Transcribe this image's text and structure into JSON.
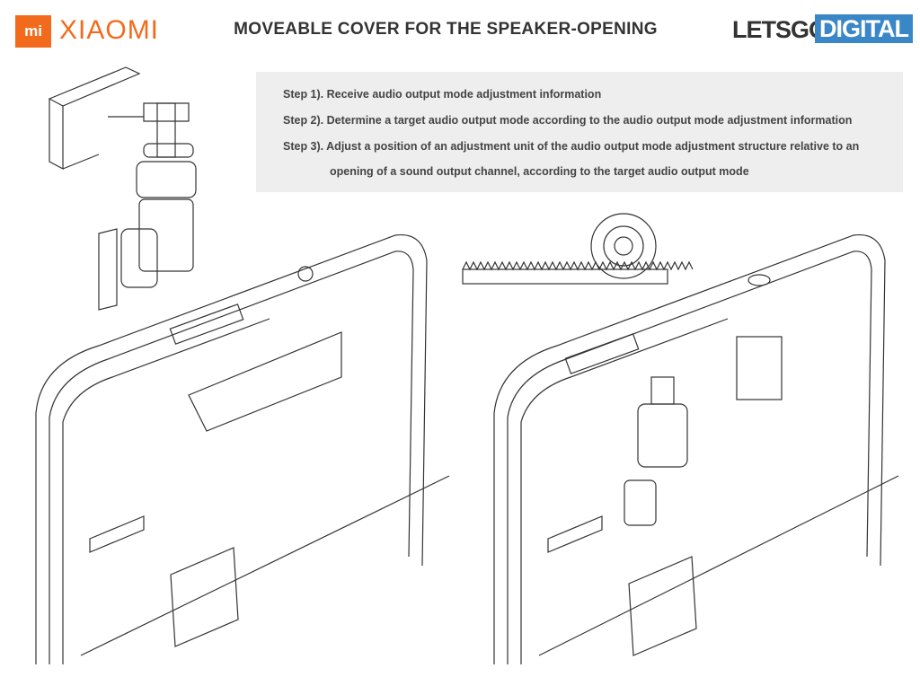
{
  "header": {
    "logo_mark": "mi",
    "brand_name": "XIAOMI",
    "title": "MOVEABLE COVER FOR THE SPEAKER-OPENING",
    "source_logo_part1": "LETSGO",
    "source_logo_part2": "DIGITAL",
    "colors": {
      "brand": "#f26b1d",
      "source_blue": "#3a87c8"
    }
  },
  "steps": [
    "Step 1). Receive audio output mode adjustment information",
    "Step 2). Determine a target audio output mode according to the audio output mode adjustment information",
    "Step 3). Adjust a position of an adjustment unit of the audio output mode adjustment structure relative to an",
    "opening of a sound output channel, according to the target audio output mode"
  ]
}
